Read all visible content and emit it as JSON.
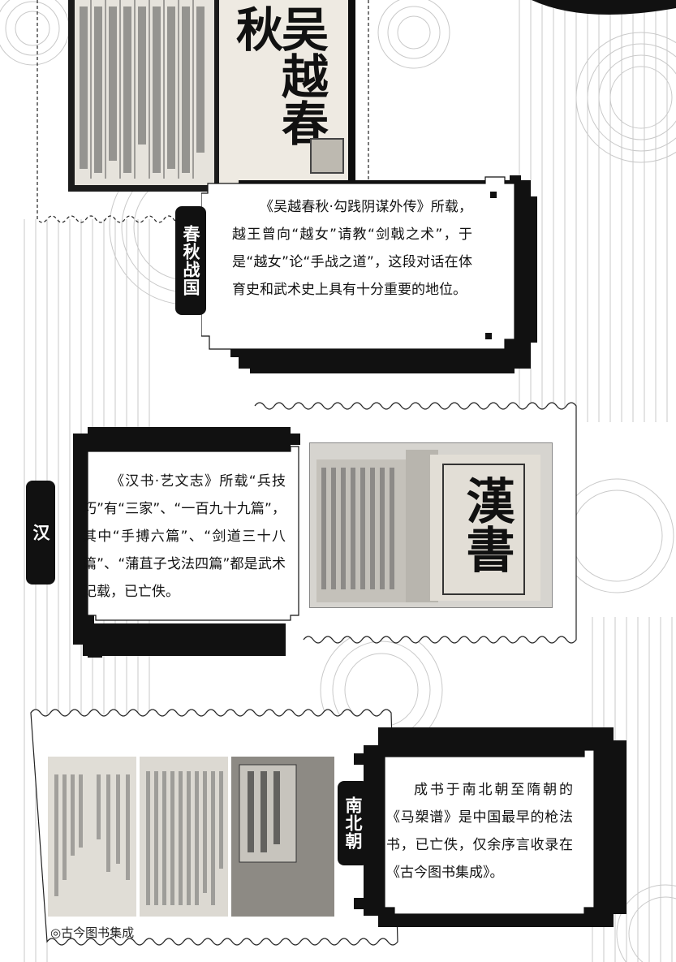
{
  "sections": [
    {
      "era": "春秋战国",
      "text": "《吴越春秋·勾践阴谋外传》所载，越王曾向“越女”请教“剑戟之术”，于是“越女”论“手战之道”，这段对话在体育史和武术史上具有十分重要的地位。",
      "book_cover_title": "吴越春秋"
    },
    {
      "era": "汉",
      "text": "《汉书·艺文志》所载“兵技巧”有“三家”、“一百九十九篇”，其中“手搏六篇”、“剑道三十八篇”、“蒲苴子戈法四篇”都是武术记载，已亡佚。",
      "book_cover_title": "漢書"
    },
    {
      "era": "南北朝",
      "text": "成书于南北朝至隋朝的《马槊谱》是中国最早的枪法书，已亡佚，仅余序言收录在《古今图书集成》。",
      "caption": "◎古今图书集成"
    }
  ],
  "colors": {
    "ink": "#111111",
    "paper": "#ffffff",
    "page_gray": "#c8c8c8"
  }
}
